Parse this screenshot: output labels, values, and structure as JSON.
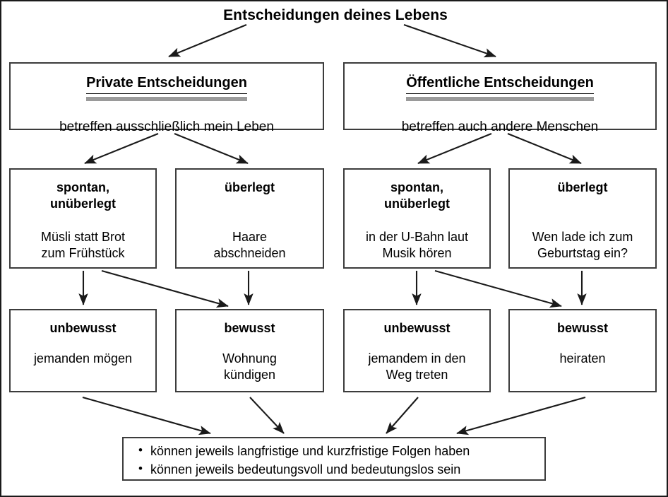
{
  "diagram": {
    "title": "Entscheidungen deines Lebens",
    "categories": [
      {
        "heading": "Private Entscheidungen",
        "subtitle": "betreffen ausschließlich mein Leben"
      },
      {
        "heading": "Öffentliche Entscheidungen",
        "subtitle": "betreffen auch andere Menschen"
      }
    ],
    "level2": [
      {
        "heading_line1": "spontan,",
        "heading_line2": "unüberlegt",
        "example_line1": "Müsli statt Brot",
        "example_line2": "zum Frühstück"
      },
      {
        "heading_line1": "überlegt",
        "heading_line2": "",
        "example_line1": "Haare",
        "example_line2": "abschneiden"
      },
      {
        "heading_line1": "spontan,",
        "heading_line2": "unüberlegt",
        "example_line1": "in der U-Bahn laut",
        "example_line2": "Musik hören"
      },
      {
        "heading_line1": "überlegt",
        "heading_line2": "",
        "example_line1": "Wen lade ich zum",
        "example_line2": "Geburtstag ein?"
      }
    ],
    "level3": [
      {
        "heading": "unbewusst",
        "example_line1": "jemanden mögen",
        "example_line2": ""
      },
      {
        "heading": "bewusst",
        "example_line1": "Wohnung",
        "example_line2": "kündigen"
      },
      {
        "heading": "unbewusst",
        "example_line1": "jemandem in den",
        "example_line2": "Weg treten"
      },
      {
        "heading": "bewusst",
        "example_line1": "heiraten",
        "example_line2": ""
      }
    ],
    "summary": [
      "können jeweils langfristige und kurzfristige Folgen haben",
      "können jeweils bedeutungsvoll und bedeutungslos sein"
    ],
    "colors": {
      "box_border": "#3c3c3c",
      "outer_border": "#1a1a1a",
      "underline_bar": "#9a9a9a",
      "arrow": "#1a1a1a",
      "background": "#ffffff",
      "text": "#000000"
    }
  }
}
